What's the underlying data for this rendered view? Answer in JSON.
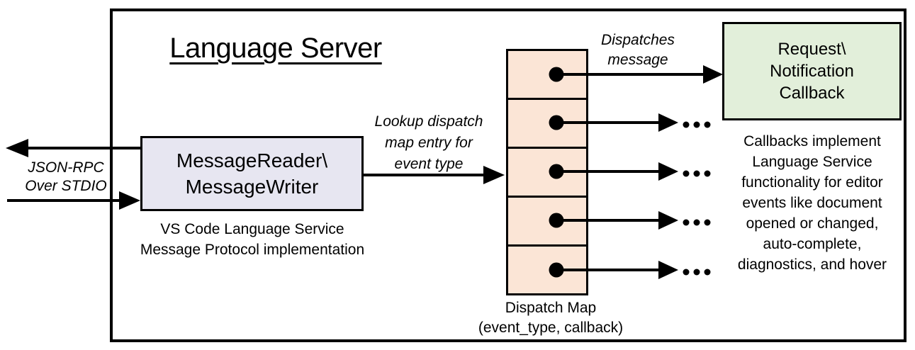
{
  "diagram": {
    "title": "Language Server",
    "colors": {
      "reader_fill": "#e7e6f1",
      "dispatch_map_fill": "#fbe5d6",
      "callback_fill": "#e2efda",
      "line_color": "#000000",
      "background": "#ffffff"
    },
    "io_channel": {
      "label": "JSON-RPC\nOver STDIO"
    },
    "reader_box": {
      "label": "MessageReader\\\nMessageWriter",
      "caption": "VS Code Language Service\nMessage Protocol implementation"
    },
    "lookup_arrow": {
      "label": "Lookup dispatch\nmap entry for\nevent type"
    },
    "dispatch_arrow": {
      "label": "Dispatches\nmessage"
    },
    "dispatch_map": {
      "rows": 5,
      "label": "Dispatch Map\n(event_type, callback)"
    },
    "callback_box": {
      "label": "Request\\\nNotification\nCallback",
      "caption": "Callbacks implement\nLanguage Service\nfunctionality for editor\nevents like document\nopened or changed,\nauto-complete,\ndiagnostics, and hover"
    }
  }
}
